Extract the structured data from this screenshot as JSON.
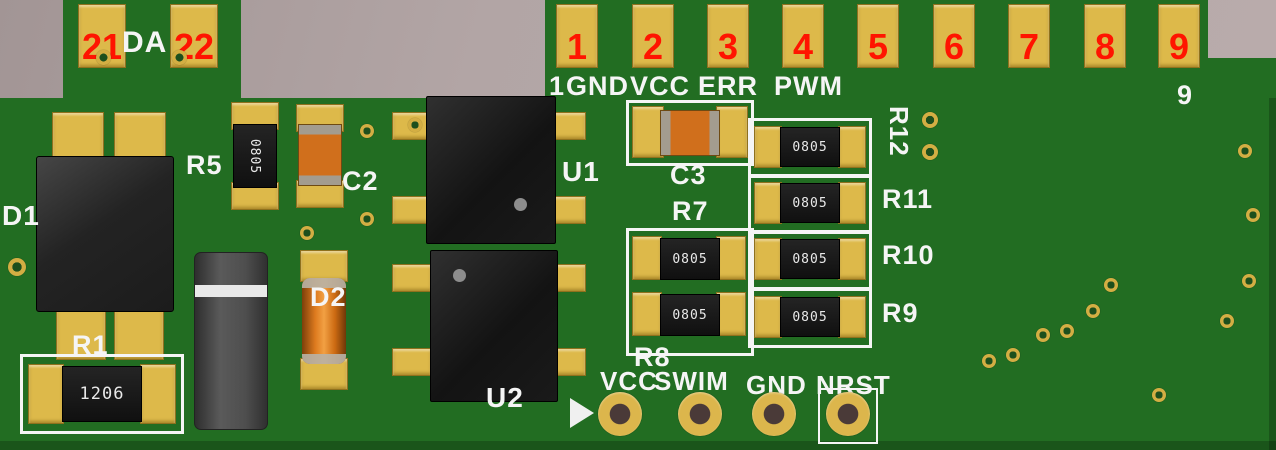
{
  "colors": {
    "background": "#b2a5a5",
    "board_green": "#226d22",
    "pad_gold": "#ddb94a",
    "silkscreen_white": "#f5f5f5",
    "number_red": "#ff1400"
  },
  "connector_tab": {
    "pads": [
      {
        "number": "21"
      },
      {
        "number": "22"
      }
    ],
    "label": "DA"
  },
  "edge_pads": {
    "numbers": [
      "1",
      "2",
      "3",
      "4",
      "5",
      "6",
      "7",
      "8",
      "9"
    ]
  },
  "silkscreen": {
    "pin1": "1",
    "nets": [
      "GND",
      "VCC",
      "ERR",
      "PWM"
    ],
    "pin9": "9"
  },
  "components": {
    "d1": {
      "ref": "D1"
    },
    "r1": {
      "ref": "R1",
      "marking": "1206"
    },
    "r5": {
      "ref": "R5",
      "marking": "0805"
    },
    "c2": {
      "ref": "C2"
    },
    "d2": {
      "ref": "D2"
    },
    "u1": {
      "ref": "U1"
    },
    "u2": {
      "ref": "U2"
    },
    "c3": {
      "ref": "C3"
    },
    "r7": {
      "ref": "R7",
      "marking": "0805"
    },
    "r8": {
      "ref": "R8",
      "marking": "0805"
    },
    "r12": {
      "ref": "R12",
      "marking": "0805"
    },
    "r11": {
      "ref": "R11",
      "marking": "0805"
    },
    "r10": {
      "ref": "R10",
      "marking": "0805"
    },
    "r9": {
      "ref": "R9",
      "marking": "0805"
    }
  },
  "programming_header": {
    "pins": [
      "VCC",
      "SWIM",
      "GND",
      "NRST"
    ]
  }
}
